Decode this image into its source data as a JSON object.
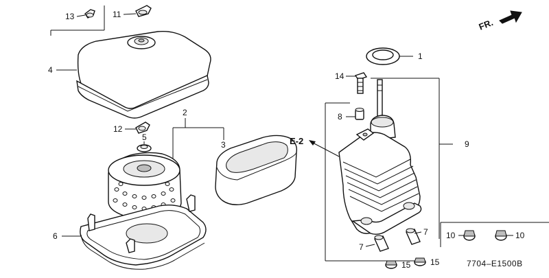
{
  "callouts": {
    "c1": "1",
    "c2": "2",
    "c3": "3",
    "c4": "4",
    "c5": "5",
    "c6": "6",
    "c7a": "7",
    "c7b": "7",
    "c8": "8",
    "c9": "9",
    "c10a": "10",
    "c10b": "10",
    "c11": "11",
    "c12": "12",
    "c13": "13",
    "c14": "14",
    "c15a": "15",
    "c15b": "15"
  },
  "reference": "E-2",
  "direction": "FR.",
  "diagram_code": "7704–E1500B"
}
